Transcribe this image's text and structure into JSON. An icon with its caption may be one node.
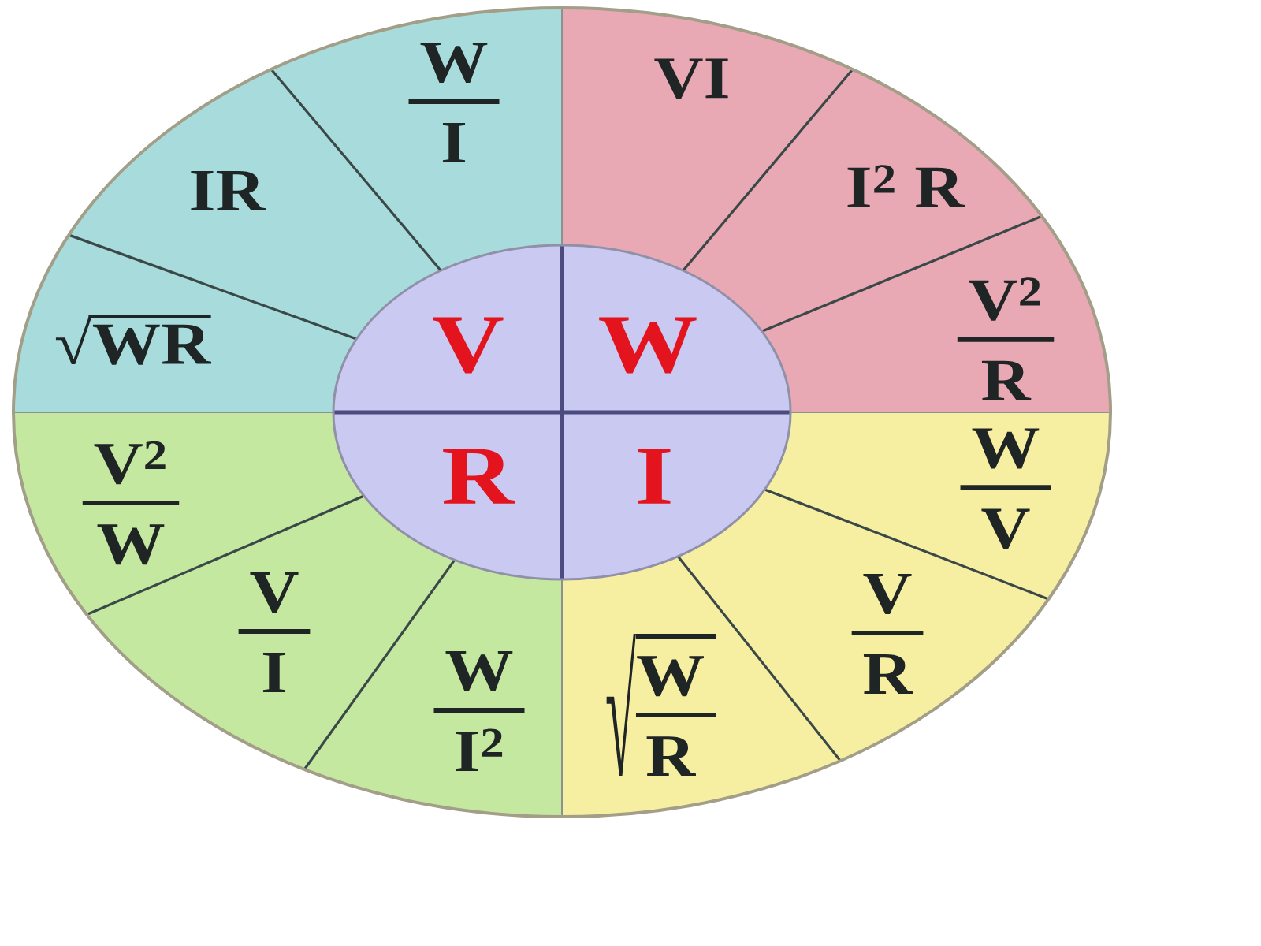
{
  "diagram": {
    "nodes": [
      {
        "text": [
          "V"
        ]
      },
      {
        "text": [
          "W"
        ]
      },
      {
        "text": [
          "R"
        ]
      },
      {
        "text": [
          "I"
        ]
      },
      {
        "text": [
          "√WR"
        ]
      },
      {
        "text": [
          "IR"
        ]
      },
      {
        "text": [
          "W",
          "I"
        ]
      },
      {
        "text": [
          "VI"
        ]
      },
      {
        "text": [
          "I$^{2}$ R"
        ]
      },
      {
        "text": [
          "V$^{2}$",
          "R"
        ]
      },
      {
        "text": [
          "W",
          "V"
        ]
      },
      {
        "text": [
          "V",
          "R"
        ]
      },
      {
        "text": [
          "√",
          "W",
          "R"
        ]
      },
      {
        "text": [
          "W",
          "I$^{2}$"
        ]
      },
      {
        "text": [
          "V",
          "I"
        ]
      },
      {
        "text": [
          "V$^{2}$",
          "W"
        ]
      }
    ]
  }
}
